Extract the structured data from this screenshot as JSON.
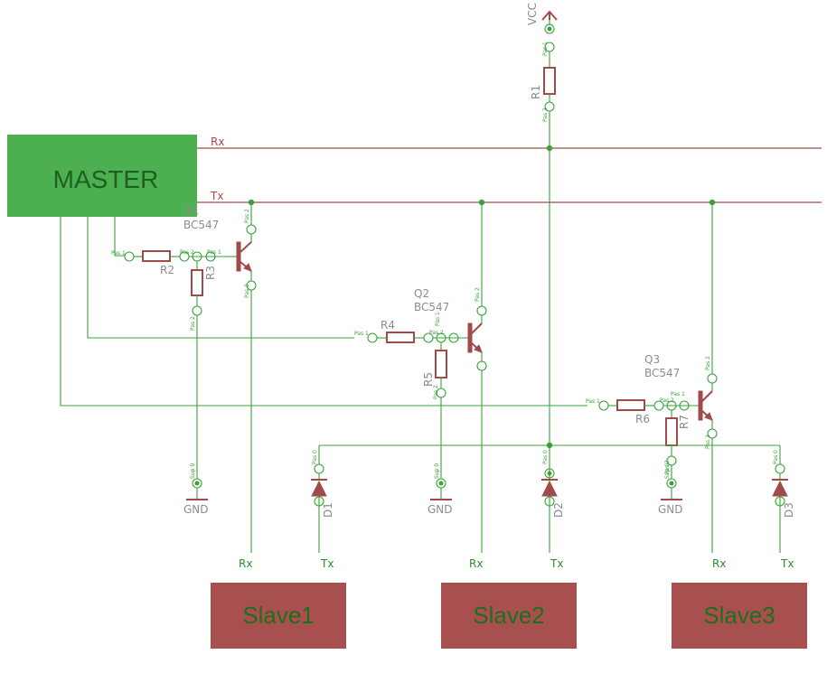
{
  "colors": {
    "master_fill": "#4caf50",
    "slave_fill": "#a84f4f",
    "wire_red": "#a14a4a",
    "wire_green": "#3aa23a"
  },
  "master": {
    "label": "MASTER"
  },
  "nets": {
    "rx": "Rx",
    "tx": "Tx",
    "vcc": "VCC",
    "gnd": "GND"
  },
  "components": {
    "r1": "R1",
    "r2": "R2",
    "r3": "R3",
    "r4": "R4",
    "r5": "R5",
    "r6": "R6",
    "r7": "R7",
    "q1": "Q1",
    "q2": "Q2",
    "q3": "Q3",
    "q_model": "BC547",
    "d1": "D1",
    "d2": "D2",
    "d3": "D3"
  },
  "pins": {
    "p1": "Pas 1",
    "p2": "Pas 2",
    "p0": "Pas 0",
    "sup": "Sup 0"
  },
  "slaves": [
    {
      "label": "Slave1",
      "rx": "Rx",
      "tx": "Tx"
    },
    {
      "label": "Slave2",
      "rx": "Rx",
      "tx": "Tx"
    },
    {
      "label": "Slave3",
      "rx": "Rx",
      "tx": "Tx"
    }
  ]
}
